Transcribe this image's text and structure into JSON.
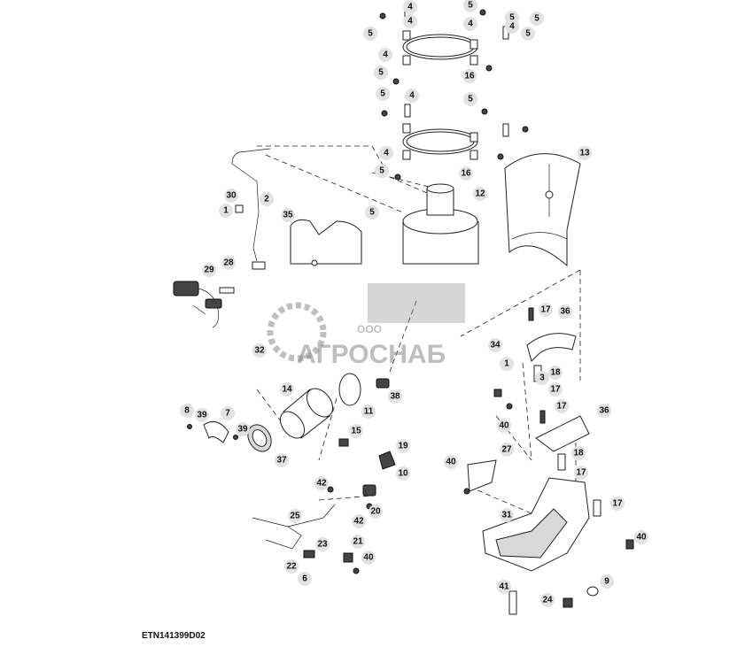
{
  "diagram": {
    "reference_code": "ETN141399D02",
    "callouts": [
      "5",
      "4",
      "5",
      "4",
      "5",
      "5",
      "4",
      "16",
      "5",
      "4",
      "5",
      "4",
      "4",
      "5",
      "5",
      "4",
      "16",
      "5",
      "13",
      "30",
      "2",
      "1",
      "5",
      "12",
      "35",
      "29",
      "28",
      "32",
      "34",
      "1",
      "17",
      "36",
      "18",
      "3",
      "17",
      "14",
      "38",
      "11",
      "40",
      "17",
      "36",
      "8",
      "39",
      "7",
      "39",
      "15",
      "37",
      "19",
      "40",
      "27",
      "18",
      "17",
      "10",
      "42",
      "20",
      "42",
      "25",
      "31",
      "17",
      "23",
      "21",
      "22",
      "40",
      "6",
      "40",
      "41",
      "24",
      "9"
    ],
    "watermark": {
      "company_type": "ООО",
      "name": "АГРОСНАБ"
    }
  }
}
